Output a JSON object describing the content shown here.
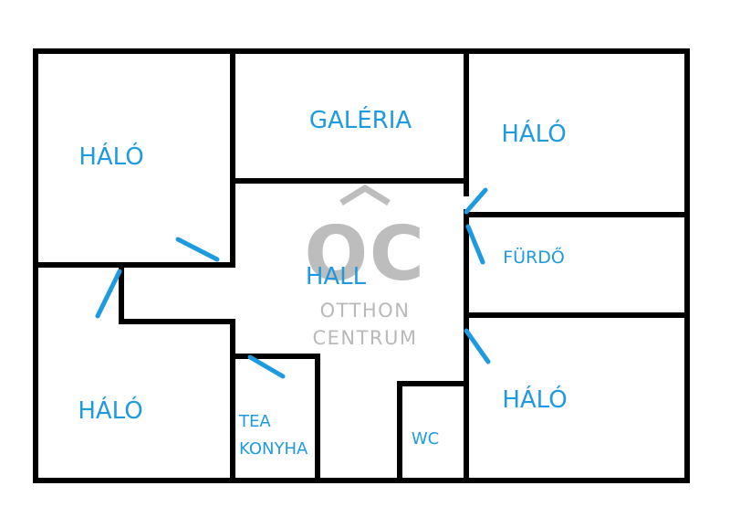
{
  "colors": {
    "wall": "#000000",
    "label": "#1e9be0",
    "door_mark": "#1e9be0",
    "watermark": "#b9b9b9"
  },
  "rooms": {
    "halo_top_left": "HÁLÓ",
    "galeria": "GALÉRIA",
    "halo_top_right": "HÁLÓ",
    "hall": "HALL",
    "furdo": "FÜRDŐ",
    "halo_bottom_left": "HÁLÓ",
    "tea_konyha_line1": "TEA",
    "tea_konyha_line2": "KONYHA",
    "wc": "WC",
    "halo_bottom_right": "HÁLÓ"
  },
  "watermark": {
    "logo": "OC",
    "line1": "OTTHON",
    "line2": "CENTRUM"
  }
}
